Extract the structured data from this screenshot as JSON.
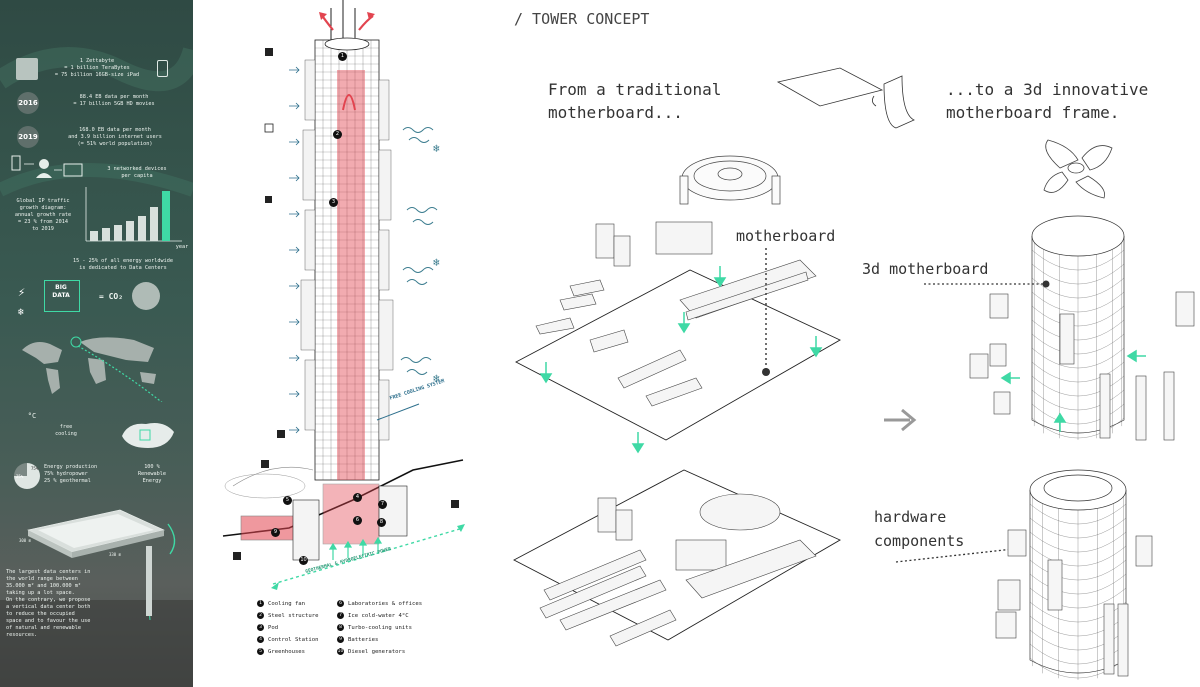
{
  "left_panel": {
    "zettabyte": "1 Zettabyte\n= 1 billion TeraBytes\n= 75 billion 16GB-size iPad",
    "year_2016": "2016",
    "text_2016": "88.4 EB data per month\n= 17 billion 5GB HD movies",
    "year_2019": "2019",
    "text_2019": "168.0 EB data per month\nand 3.9 billion internet users\n(= 51% world population)",
    "devices": "3 networked devices\nper capita",
    "traffic": "Global IP traffic\ngrowth diagram:\nannual growth rate\n= 23 % from 2014\nto 2019",
    "year_axis": "year",
    "energy": "15 - 25% of all energy worldwide\nis dedicated to Data Centers",
    "co2": "= CO₂",
    "big_data": "BIG\nDATA",
    "temp": "°C",
    "free_cooling": "free\ncooling",
    "energy_prod": "Energy production\n75% hydropower\n25 % geothermal",
    "pct_75": "75%",
    "pct_25": "25%",
    "renewable": "100 %\nRenewable\nEnergy",
    "dim_a": "300 m",
    "dim_b": "330 m",
    "largest": "The largest data centers in\nthe world range between\n35.000 m² and 100.000 m²\ntaking up a lot space.\nOn the contrary, we propose\na vertical data center both\nto reduce the occupied\nspace and to favour the use\nof natural and renewable\nresources."
  },
  "tower": {
    "free_cooling_label": "FREE COOLING SYSTEM",
    "geo_label": "GEOTHERMAL & HYDROELECTRIC POWER",
    "markers": [
      "1",
      "2",
      "3",
      "4",
      "5",
      "6",
      "7",
      "8",
      "9",
      "10"
    ],
    "legend": [
      {
        "n": "1",
        "label": "Cooling fan"
      },
      {
        "n": "2",
        "label": "Steel structure"
      },
      {
        "n": "3",
        "label": "Pod"
      },
      {
        "n": "4",
        "label": "Control Station"
      },
      {
        "n": "5",
        "label": "Greenhouses"
      },
      {
        "n": "6",
        "label": "Laboratories & offices"
      },
      {
        "n": "7",
        "label": "Ice cold-water 4°C"
      },
      {
        "n": "8",
        "label": "Turbo-cooling units"
      },
      {
        "n": "9",
        "label": "Batteries"
      },
      {
        "n": "10",
        "label": "Diesel generators"
      }
    ]
  },
  "concept": {
    "title": "/ TOWER CONCEPT",
    "from_line1": "From a traditional",
    "from_line2": "motherboard...",
    "to_line1": "...to a 3d innovative",
    "to_line2": "motherboard frame.",
    "motherboard_label": "motherboard",
    "motherboard3d_label": "3d motherboard",
    "hardware_line1": "hardware",
    "hardware_line2": "components"
  },
  "colors": {
    "accent": "#3fd9a5",
    "red": "#e2444f",
    "panel": "#34524a"
  }
}
